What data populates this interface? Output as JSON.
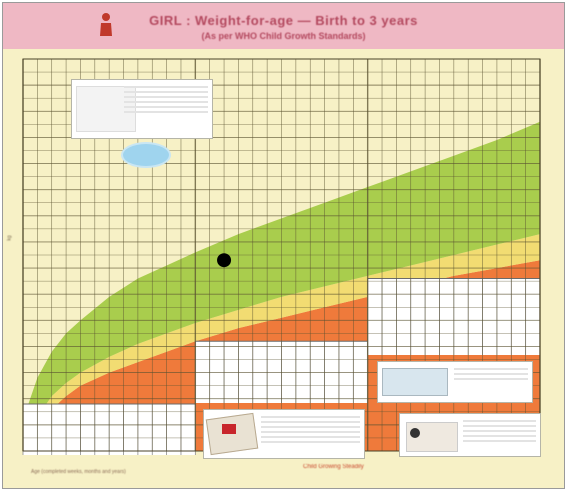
{
  "header": {
    "title": "GIRL : Weight-for-age — Birth to 3 years",
    "subtitle": "(As per WHO Child Growth Standards)"
  },
  "icons": {
    "girl": "girl-figure-icon",
    "help": "starburst-badge-icon"
  },
  "colors": {
    "paper": "#f7f1c6",
    "header": "#efb8c4",
    "normal_band": "#a9cd4d",
    "moderate_band": "#f2dc72",
    "severe_band": "#ef7a3b",
    "grid": "#5a5230",
    "marker": "#000000"
  },
  "chart_data": {
    "type": "area",
    "title": "GIRL : Weight-for-age — Birth to 3 years",
    "subtitle": "(As per WHO Child Growth Standards)",
    "xlabel": "",
    "ylabel": "",
    "x_units": "months",
    "y_units": "kg",
    "xlim": [
      0,
      36
    ],
    "ylim": [
      2,
      17
    ],
    "grid": true,
    "x": [
      0,
      1,
      2,
      3,
      4,
      6,
      8,
      10,
      12,
      15,
      18,
      21,
      24,
      27,
      30,
      33,
      36
    ],
    "series": [
      {
        "band": "normal_top",
        "values": [
          3.2,
          4.8,
          5.8,
          6.5,
          7.0,
          7.9,
          8.6,
          9.1,
          9.6,
          10.3,
          10.9,
          11.5,
          12.1,
          12.7,
          13.3,
          13.9,
          14.6
        ]
      },
      {
        "band": "normal_low",
        "values": [
          2.5,
          3.3,
          4.1,
          4.6,
          5.0,
          5.6,
          6.1,
          6.5,
          6.9,
          7.4,
          7.9,
          8.3,
          8.7,
          9.1,
          9.5,
          9.9,
          10.3
        ]
      },
      {
        "band": "moderate_low",
        "values": [
          2.2,
          2.9,
          3.6,
          4.1,
          4.5,
          5.0,
          5.4,
          5.8,
          6.2,
          6.7,
          7.1,
          7.5,
          7.9,
          8.3,
          8.7,
          9.0,
          9.3
        ]
      }
    ],
    "marker": {
      "x": 14,
      "y": 9.3
    }
  },
  "footnotes": {
    "left": "Age (completed weeks, months and years)",
    "right": "Child Growing Steadily"
  },
  "y_axis_label": "kg"
}
